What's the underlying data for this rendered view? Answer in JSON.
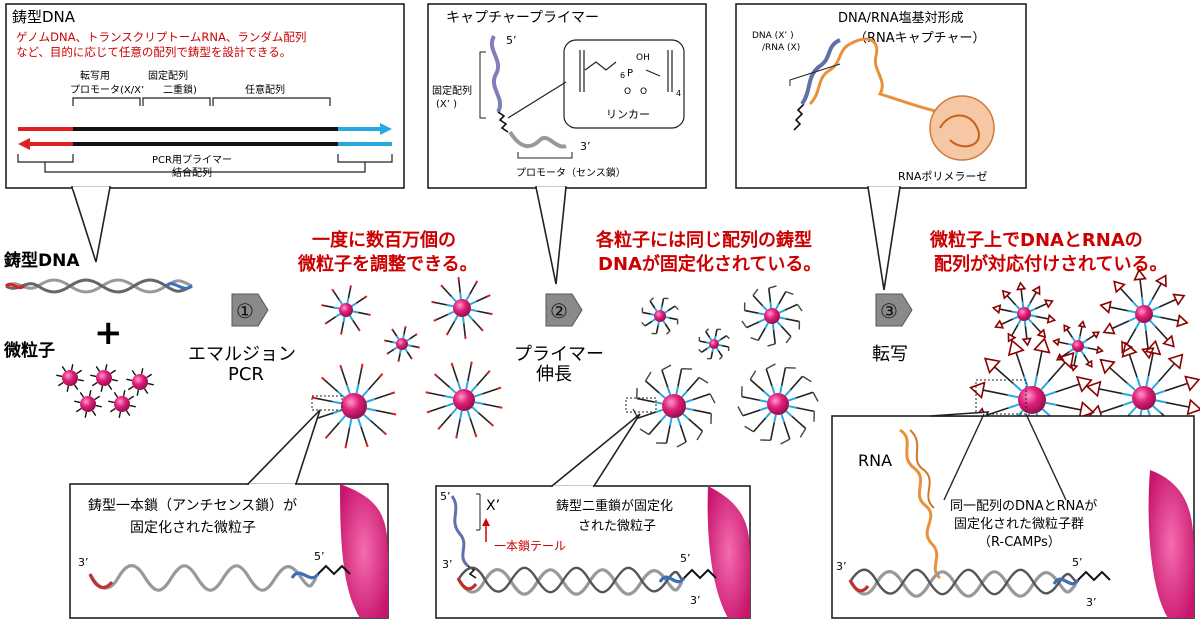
{
  "panel1": {
    "title": "鋳型DNA",
    "desc_line1": "ゲノムDNA、トランスクリプトームRNA、ランダム配列",
    "desc_line2": "など、目的に応じて任意の配列で鋳型を設計できる。",
    "label_promoter_1": "転写用",
    "label_promoter_2": "プロモータ(X/X’",
    "label_fixed_1": "固定配列",
    "label_fixed_2": "二重鎖)",
    "label_arbitrary": "任意配列",
    "label_pcr_1": "PCR用プライマー",
    "label_pcr_2": "結合配列"
  },
  "panel2": {
    "title": "キャプチャープライマー",
    "label_5prime": "5’",
    "label_3prime": "3’",
    "label_fixed_1": "固定配列",
    "label_fixed_2": "(X’ )",
    "label_linker": "リンカー",
    "label_promoter": "プロモータ（センス鎖）",
    "chem_oh": "OH",
    "chem_p": "P",
    "chem_o1": "O",
    "chem_o2": "O",
    "chem_sub6": "6",
    "chem_sub4": "4"
  },
  "panel3": {
    "title_1": "DNA/RNA塩基対形成",
    "title_2": "（RNAキャプチャー）",
    "label_dna": "DNA (X’ )",
    "label_rna": "/RNA (X)",
    "label_pol": "RNAポリメラーゼ"
  },
  "flow": {
    "template_label": "鋳型DNA",
    "plus": "+",
    "particle_label": "微粒子",
    "step1_num": "①",
    "step1_label_1": "エマルジョン",
    "step1_label_2": "PCR",
    "step2_num": "②",
    "step2_label_1": "プライマー",
    "step2_label_2": "伸長",
    "step3_num": "③",
    "step3_label": "転写",
    "red_note1_1": "一度に数百万個の",
    "red_note1_2": "微粒子を調整できる。",
    "red_note2_1": "各粒子には同じ配列の鋳型",
    "red_note2_2": "DNAが固定化されている。",
    "red_note3_1": "微粒子上でDNAとRNAの",
    "red_note3_2": "配列が対応付けされている。"
  },
  "bottom1": {
    "text_1": "鋳型一本鎖（アンチセンス鎖）が",
    "text_2": "固定化された微粒子",
    "label_3prime": "3’",
    "label_5prime": "5’"
  },
  "bottom2": {
    "text_1": "鋳型二重鎖が固定化",
    "text_2": "された微粒子",
    "label_x": "X’",
    "label_5prime_top": "5’",
    "label_3prime_left": "3’",
    "label_5prime_right": "5’",
    "label_3prime_right": "3’",
    "tail_label": "一本鎖テール"
  },
  "bottom3": {
    "rna_label": "RNA",
    "text_1": "同一配列のDNAとRNAが",
    "text_2": "固定化された微粒子群",
    "text_3": "（R-CAMPs）",
    "label_3prime_left": "3’",
    "label_5prime_right": "5’",
    "label_3prime_right": "3’"
  },
  "colors": {
    "red_text": "#cc0000",
    "particle": "#e0207a",
    "arrow_gray": "#888888",
    "strand_red": "#e02020",
    "strand_blue": "#27a9e1",
    "rna_orange": "#e8913a",
    "capture_arrow": "#8b0000"
  }
}
